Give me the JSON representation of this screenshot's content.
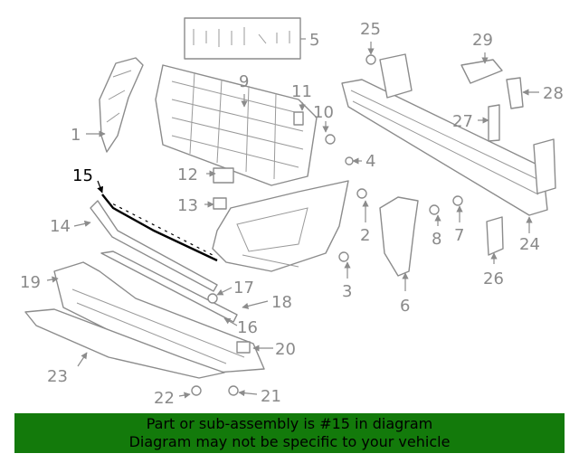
{
  "highlight_color": "#000000",
  "part_color": "#8c8c8c",
  "banner": {
    "line1": "Part or sub-assembly is #15 in diagram",
    "line2": "Diagram may not be specific to your vehicle",
    "background": "#137a0b"
  },
  "callouts": {
    "c1": "1",
    "c2": "2",
    "c3": "3",
    "c4": "4",
    "c5": "5",
    "c6": "6",
    "c7": "7",
    "c8": "8",
    "c9": "9",
    "c10": "10",
    "c11": "11",
    "c12": "12",
    "c13": "13",
    "c14": "14",
    "c15": "15",
    "c16": "16",
    "c17": "17",
    "c18": "18",
    "c19": "19",
    "c20": "20",
    "c21": "21",
    "c22": "22",
    "c23": "23",
    "c24": "24",
    "c25": "25",
    "c26": "26",
    "c27": "27",
    "c28": "28",
    "c29": "29"
  },
  "highlighted_part": "15"
}
